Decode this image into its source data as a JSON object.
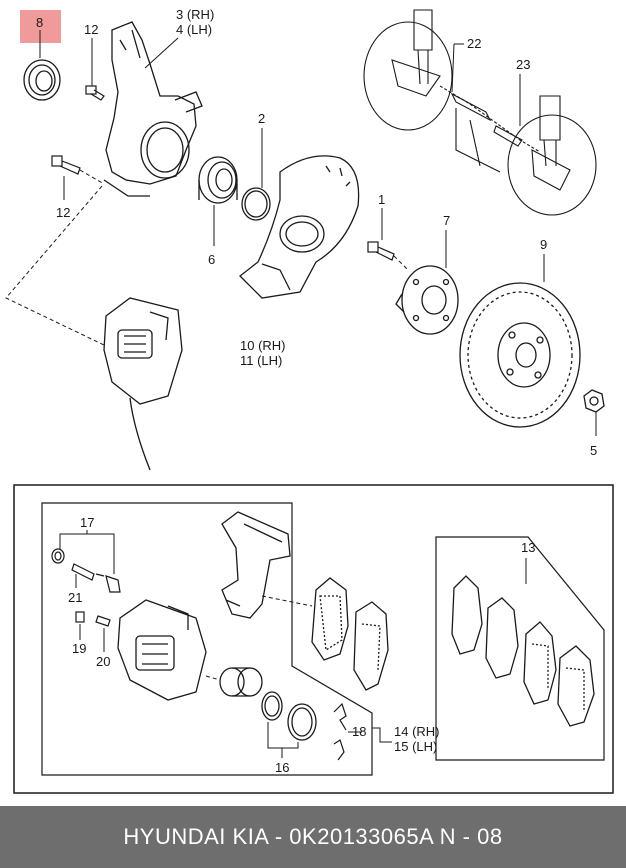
{
  "colors": {
    "footer_bg": "#6e6e6e",
    "footer_text": "#ffffff",
    "highlight": "#f19a9a",
    "line": "#1a1a1a"
  },
  "callouts": {
    "c8": "8",
    "c12a": "12",
    "c3": "3 (RH)",
    "c4": "4 (LH)",
    "c22": "22",
    "c23": "23",
    "c2": "2",
    "c12b": "12",
    "c6": "6",
    "c1": "1",
    "c7": "7",
    "c9": "9",
    "c10": "10 (RH)",
    "c11": "11 (LH)",
    "c5": "5",
    "c17": "17",
    "c21": "21",
    "c19": "19",
    "c20": "20",
    "c13": "13",
    "c18": "18",
    "c14": "14 (RH)",
    "c15": "15 (LH)",
    "c16": "16"
  },
  "footer": {
    "text": "HYUNDAI  KIA - 0K20133065A     N - 08"
  }
}
